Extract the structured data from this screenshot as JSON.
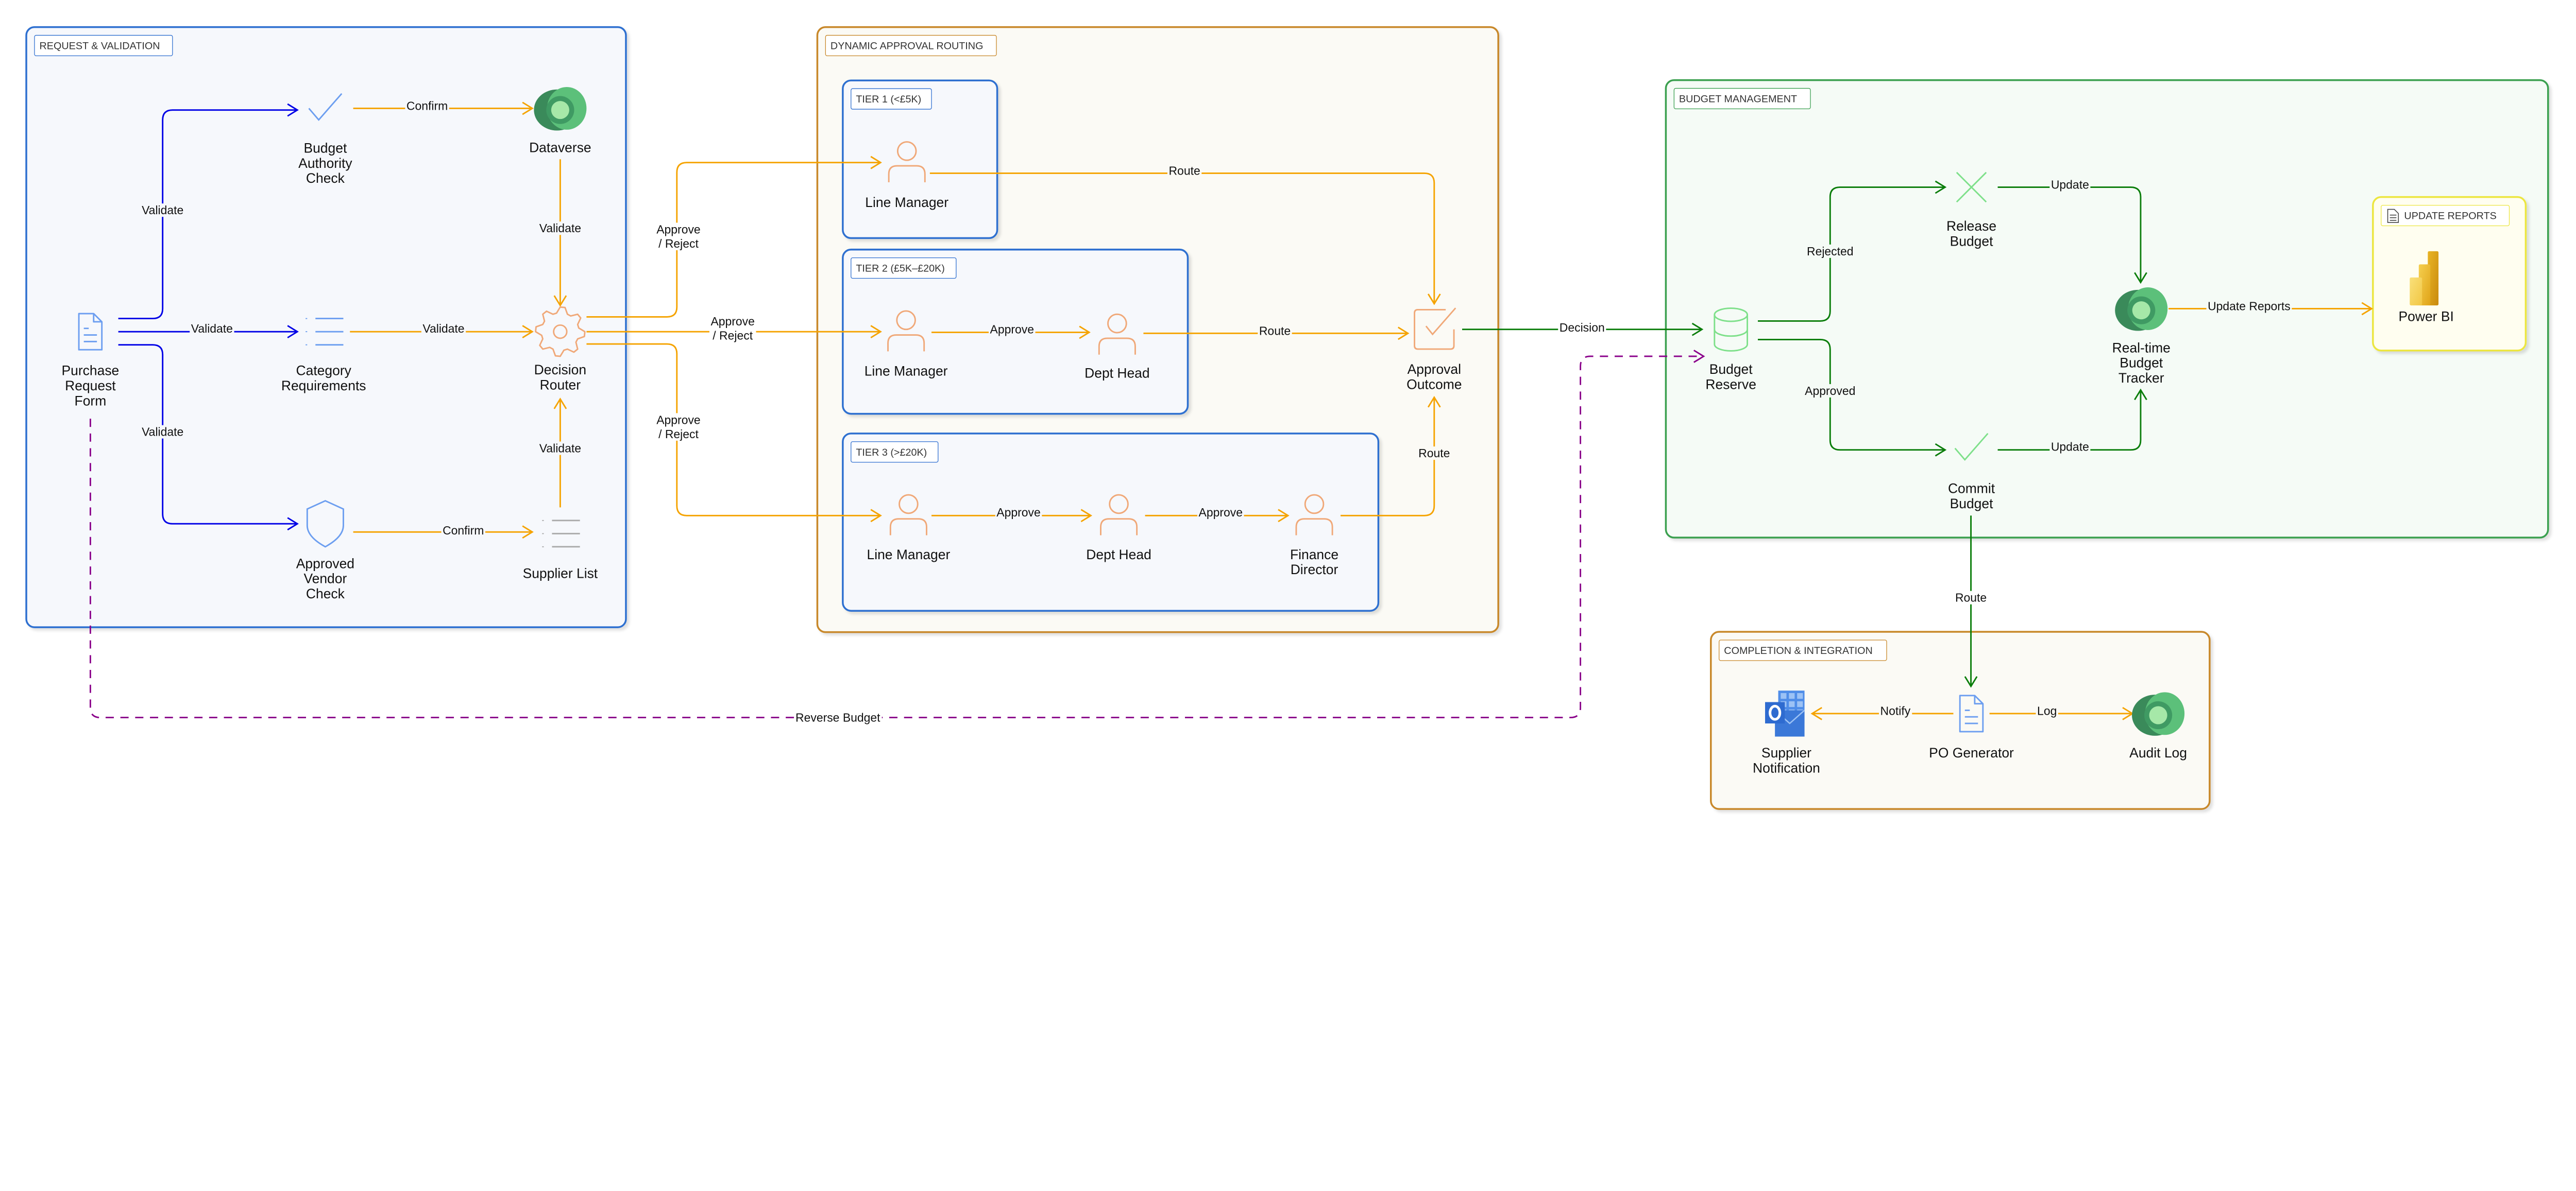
{
  "containers": {
    "request_validation": "REQUEST & VALIDATION",
    "approval_routing": "DYNAMIC APPROVAL ROUTING",
    "tier1": "TIER 1 (<£5K)",
    "tier2": "TIER 2 (£5K–£20K)",
    "tier3": "TIER 3 (>£20K)",
    "budget_management": "BUDGET MANAGEMENT",
    "update_reports": "UPDATE REPORTS",
    "completion": "COMPLETION & INTEGRATION"
  },
  "nodes": {
    "purchase_request_form": [
      "Purchase",
      "Request",
      "Form"
    ],
    "budget_authority_check": [
      "Budget",
      "Authority",
      "Check"
    ],
    "dataverse": [
      "Dataverse"
    ],
    "category_requirements": [
      "Category",
      "Requirements"
    ],
    "decision_router": [
      "Decision",
      "Router"
    ],
    "approved_vendor_check": [
      "Approved",
      "Vendor",
      "Check"
    ],
    "supplier_list": [
      "Supplier List"
    ],
    "t1_line_manager": [
      "Line Manager"
    ],
    "t2_line_manager": [
      "Line Manager"
    ],
    "t2_dept_head": [
      "Dept Head"
    ],
    "t3_line_manager": [
      "Line Manager"
    ],
    "t3_dept_head": [
      "Dept Head"
    ],
    "t3_finance_director": [
      "Finance",
      "Director"
    ],
    "approval_outcome": [
      "Approval",
      "Outcome"
    ],
    "budget_reserve": [
      "Budget",
      "Reserve"
    ],
    "release_budget": [
      "Release",
      "Budget"
    ],
    "commit_budget": [
      "Commit",
      "Budget"
    ],
    "budget_tracker": [
      "Real-time",
      "Budget",
      "Tracker"
    ],
    "power_bi": [
      "Power BI"
    ],
    "supplier_notification": [
      "Supplier",
      "Notification"
    ],
    "po_generator": [
      "PO Generator"
    ],
    "audit_log": [
      "Audit Log"
    ]
  },
  "edges": {
    "form_to_budget_check": "Validate",
    "form_to_category": "Validate",
    "form_to_vendor_check": "Validate",
    "budget_check_to_dataverse": "Confirm",
    "dataverse_to_router": "Validate",
    "category_to_router": "Validate",
    "supplier_to_router": "Validate",
    "vendor_check_to_supplier": "Confirm",
    "router_to_tier1": [
      "Approve",
      "/ Reject"
    ],
    "router_to_tier2": [
      "Approve",
      "/ Reject"
    ],
    "router_to_tier3": [
      "Approve",
      "/ Reject"
    ],
    "t1_to_outcome": "Route",
    "t2_lm_to_dh": "Approve",
    "t2_dh_to_outcome": "Route",
    "t3_lm_to_dh": "Approve",
    "t3_dh_to_fd": "Approve",
    "t3_fd_to_outcome": "Route",
    "outcome_to_reserve": "Decision",
    "reserve_to_release": "Rejected",
    "reserve_to_commit": "Approved",
    "release_to_tracker": "Update",
    "commit_to_tracker": "Update",
    "tracker_to_powerbi": "Update Reports",
    "commit_to_po": "Route",
    "po_to_notification": "Notify",
    "po_to_audit": "Log",
    "form_to_reserve_reverse": "Reverse Budget"
  },
  "colors": {
    "validation_flow": "#0000e6",
    "approval_flow": "#f5a300",
    "budget_flow": "#0a7d0a",
    "reverse_flow": "#8a008a",
    "request_box": "#2f6fd0",
    "routing_box": "#c8882a",
    "budget_box": "#3aa050",
    "reports_box": "#ece640",
    "completion_box": "#c8882a"
  }
}
